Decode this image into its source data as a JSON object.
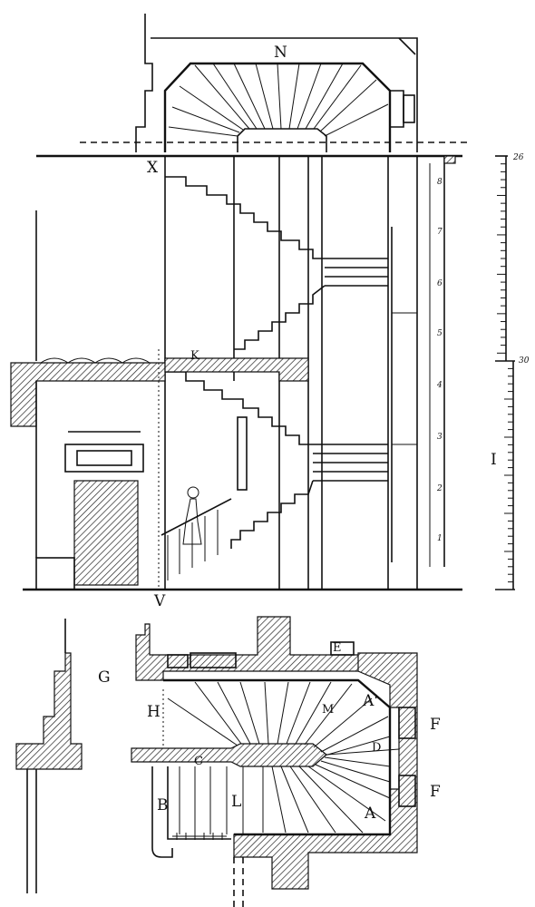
{
  "labels": {
    "n": "N",
    "x": "X",
    "k": "K",
    "v": "V",
    "i": "I",
    "g": "G",
    "h": "H",
    "e": "E",
    "m": "M",
    "a_prime": "A'",
    "a": "A",
    "f_upper": "F",
    "f_lower": "F",
    "b": "B",
    "l": "L",
    "c": "C",
    "d": "D"
  },
  "level_numbers": [
    "1",
    "2",
    "3",
    "4",
    "5",
    "6",
    "7",
    "8"
  ],
  "scale": {
    "top_value": "26",
    "mid_value": "30"
  }
}
